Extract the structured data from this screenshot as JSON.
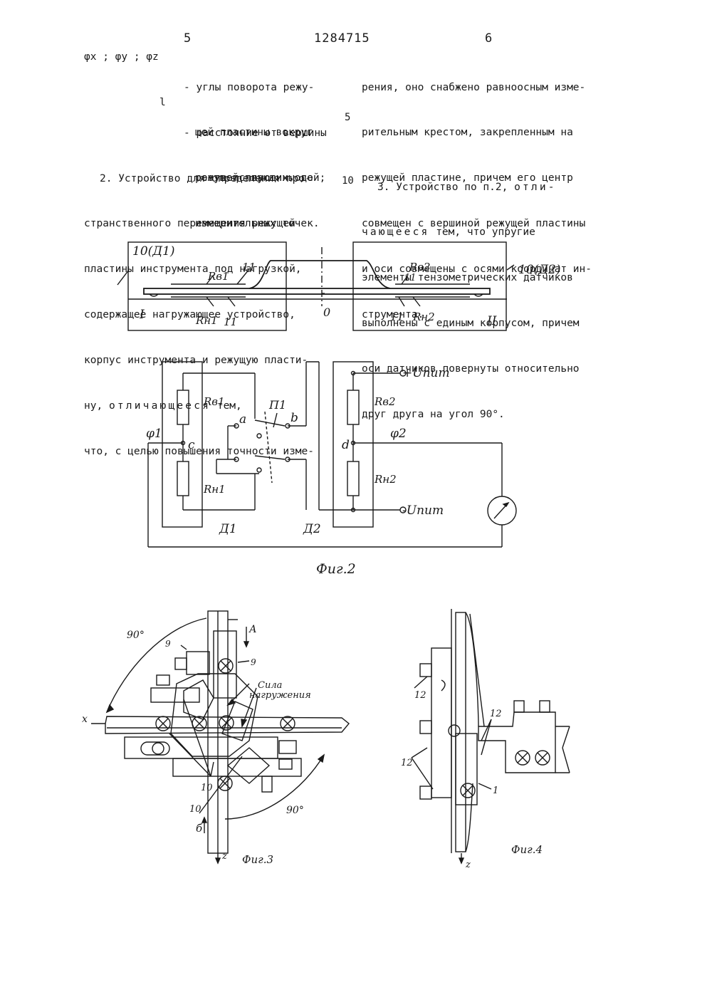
{
  "header": {
    "page_left": "5",
    "patent_number": "1284715",
    "page_right": "6"
  },
  "left_col": {
    "sym_phi": "φx ; φy ; φz",
    "def_phi_lines": [
      "- углы поворота режу-",
      "щей пластины вокруг",
      "соответствующих осей;"
    ],
    "sym_l": "l",
    "def_l_lines": [
      "- расстояние от вершины",
      "режущей пластины до",
      "измерительных точек."
    ],
    "claim2_lines": [
      "2. Устройство для определения про-",
      "странственного перемещения режущей",
      "пластины инструмента под нагрузкой,",
      "содержащее нагружающее устройство,",
      "корпус инструмента и режущую пласти-"
    ],
    "claim2_spaced_pre": "ну,",
    "claim2_spaced": "отличающееся",
    "claim2_spaced_post": "тем,",
    "claim2_last": "что, с целью повышения точности изме-"
  },
  "line_numbers": {
    "n5": "5",
    "n10": "10"
  },
  "right_col": {
    "claim2_cont_lines": [
      "рения, оно снабжено равноосным изме-",
      "рительным крестом, закрепленным на",
      "режущей пластине, причем его центр",
      "совмещен с вершиной режущей пластины",
      "и оси совмещены с осями координат ин-",
      "струмента."
    ],
    "claim3_first": "3. Устройство по п.2,",
    "claim3_spaced1": "отли-",
    "claim3_spaced2": "чающееся",
    "claim3_tail2": "тем, что упругие",
    "claim3_rest": [
      "элементы тензометрических датчиков",
      "выполнены с единым корпусом, причем",
      "оси датчиков повернуты относительно",
      "друг друга на угол 90°."
    ]
  },
  "fig2": {
    "caption": "Фиг.2",
    "label_d1_box": "10(Д1)",
    "label_d2_box": "10(Д2)",
    "rv1": "Rв1",
    "rn1": "Rн1",
    "rv2": "Rв2",
    "rn2": "Rн2",
    "n11": "11",
    "roman1": "I",
    "roman2": "II",
    "zero": "0",
    "u_plus": "+Uпит",
    "u_minus": "-Uпит",
    "phi1": "φ1",
    "phi2": "φ2",
    "node_a": "a",
    "node_b": "b",
    "node_c": "c",
    "node_d": "d",
    "switch": "П1",
    "d1": "Д1",
    "d2": "Д2"
  },
  "fig3": {
    "caption": "Фиг.3",
    "angle_top": "90°",
    "angle_bottom": "90°",
    "label_a": "А",
    "label_b": "б",
    "axis_x": "x",
    "axis_z": "z",
    "n9": "9",
    "n10": "10",
    "force_label_1": "Сила",
    "force_label_2": "нагружения"
  },
  "fig4": {
    "caption": "Фиг.4",
    "n12": "12",
    "n1": "1",
    "axis_z": "z"
  }
}
